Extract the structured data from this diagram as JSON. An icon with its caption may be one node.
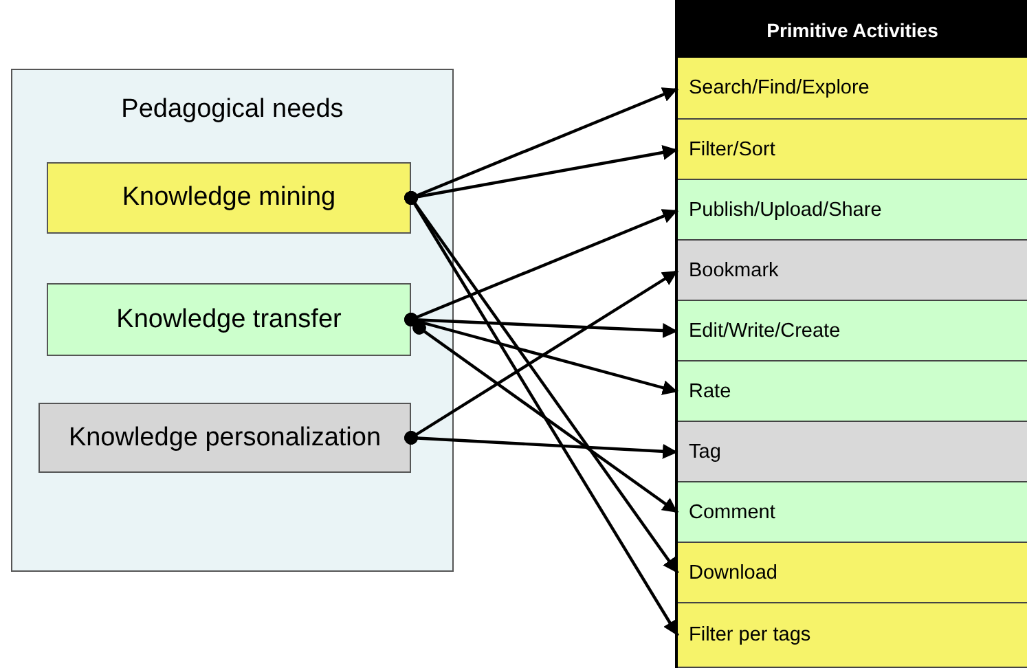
{
  "diagram": {
    "nodes": [
      {
        "text": [
          "Pedagogical needs"
        ]
      },
      {
        "text": [
          "Knowledge mining"
        ],
        "in": 0
      },
      {
        "text": [
          "Knowledge transfer"
        ],
        "in": 0
      },
      {
        "text": [
          "Knowledge personalization"
        ],
        "in": 0
      },
      {
        "text": [
          "Primitive Activities"
        ]
      },
      {
        "text": [
          "Search/Find/Explore"
        ],
        "in": 4
      },
      {
        "text": [
          "Filter/Sort"
        ],
        "in": 4
      },
      {
        "text": [
          "Publish/Upload/Share"
        ],
        "in": 4
      },
      {
        "text": [
          "Bookmark"
        ],
        "in": 4
      },
      {
        "text": [
          "Edit/Write/Create"
        ],
        "in": 4
      },
      {
        "text": [
          "Rate"
        ],
        "in": 4
      },
      {
        "text": [
          "Tag"
        ],
        "in": 4
      },
      {
        "text": [
          "Comment"
        ],
        "in": 4
      },
      {
        "text": [
          "Download"
        ],
        "in": 4
      },
      {
        "text": [
          "Filter per tags"
        ],
        "in": 4
      }
    ],
    "edges": [
      {
        "from": 1,
        "to": 5,
        "arrow": "to"
      },
      {
        "from": 1,
        "to": 6,
        "arrow": "to"
      },
      {
        "from": 1,
        "to": 13,
        "arrow": "to"
      },
      {
        "from": 1,
        "to": 14,
        "arrow": "to"
      },
      {
        "from": 2,
        "to": 7,
        "arrow": "to"
      },
      {
        "from": 2,
        "to": 9,
        "arrow": "to"
      },
      {
        "from": 2,
        "to": 10,
        "arrow": "to"
      },
      {
        "from": 2,
        "to": 12,
        "arrow": "to"
      },
      {
        "from": 3,
        "to": 8,
        "arrow": "to"
      },
      {
        "from": 3,
        "to": 11,
        "arrow": "to"
      }
    ]
  }
}
